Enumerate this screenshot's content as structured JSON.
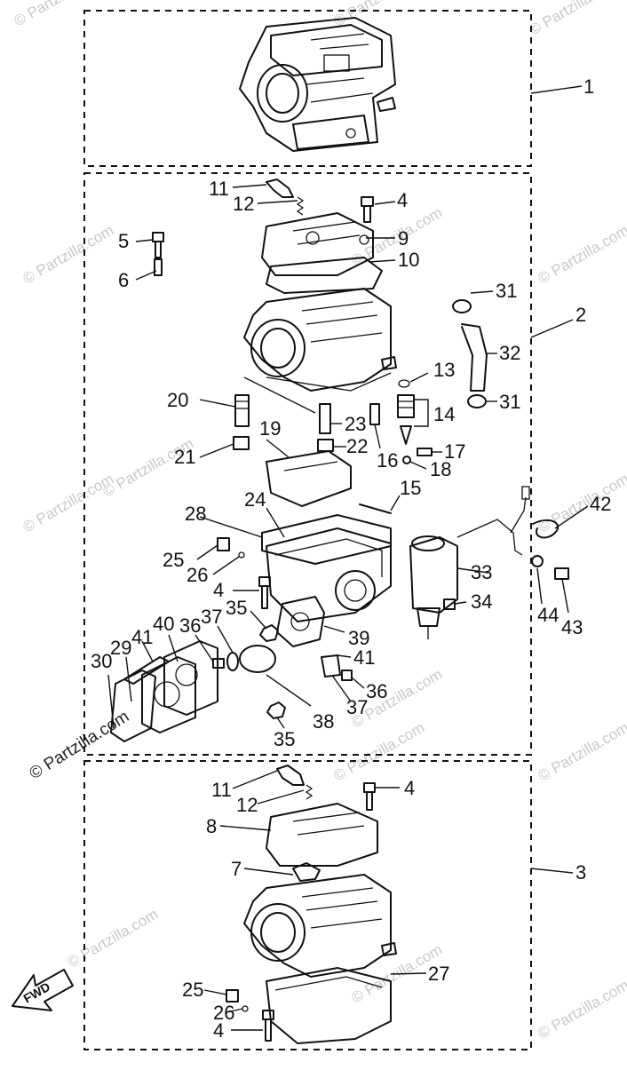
{
  "watermark": {
    "brand": "Partzilla.com",
    "copyright": "© Partzilla.com"
  },
  "direction_arrow": {
    "label": "FWD"
  },
  "callouts": {
    "c1": "1",
    "c2": "2",
    "c3": "3",
    "c4a": "4",
    "c4b": "4",
    "c4c": "4",
    "c4d": "4",
    "c5": "5",
    "c6": "6",
    "c7": "7",
    "c8": "8",
    "c9": "9",
    "c10": "10",
    "c11a": "11",
    "c11b": "11",
    "c12a": "12",
    "c12b": "12",
    "c13": "13",
    "c14": "14",
    "c15": "15",
    "c16": "16",
    "c17": "17",
    "c18": "18",
    "c19": "19",
    "c20": "20",
    "c21": "21",
    "c22": "22",
    "c23": "23",
    "c24": "24",
    "c25a": "25",
    "c25b": "25",
    "c26a": "26",
    "c26b": "26",
    "c27": "27",
    "c28": "28",
    "c29": "29",
    "c30": "30",
    "c31a": "31",
    "c31b": "31",
    "c32": "32",
    "c33": "33",
    "c34": "34",
    "c35a": "35",
    "c35b": "35",
    "c36a": "36",
    "c36b": "36",
    "c37a": "37",
    "c37b": "37",
    "c38": "38",
    "c39": "39",
    "c40": "40",
    "c41a": "41",
    "c41b": "41",
    "c42": "42",
    "c43": "43",
    "c44": "44"
  }
}
